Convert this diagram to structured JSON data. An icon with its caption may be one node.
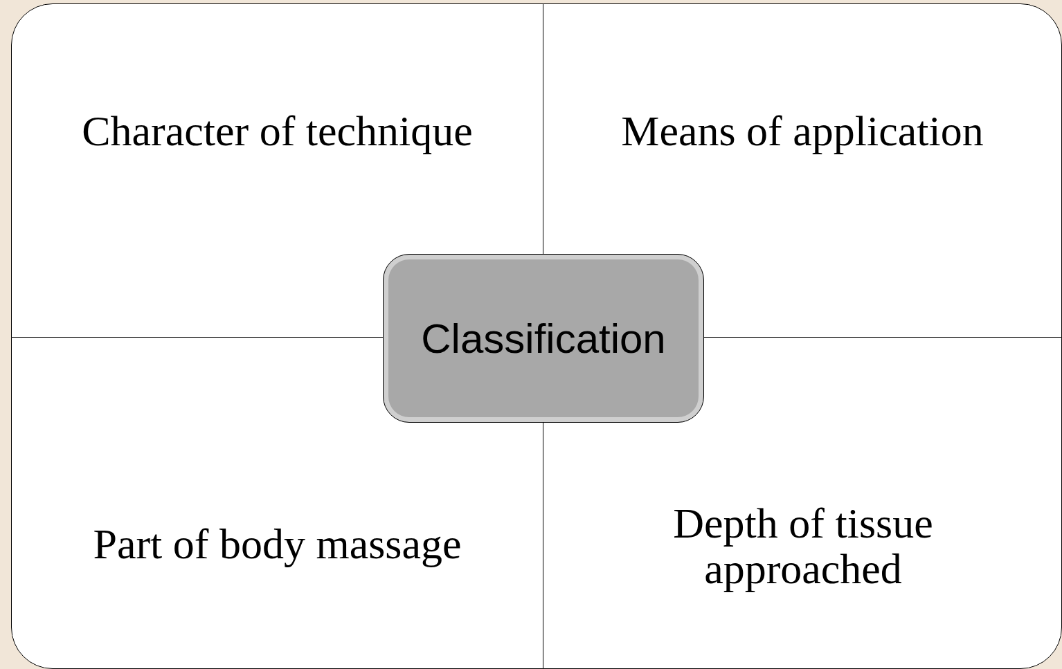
{
  "diagram": {
    "nodes": [
      {
        "text": [
          "Character of technique"
        ]
      },
      {
        "text": [
          "Means of application"
        ]
      },
      {
        "text": [
          "Classification"
        ]
      },
      {
        "text": [
          "Part of body massage"
        ]
      },
      {
        "text": [
          "Depth of tissue approached"
        ]
      }
    ]
  }
}
